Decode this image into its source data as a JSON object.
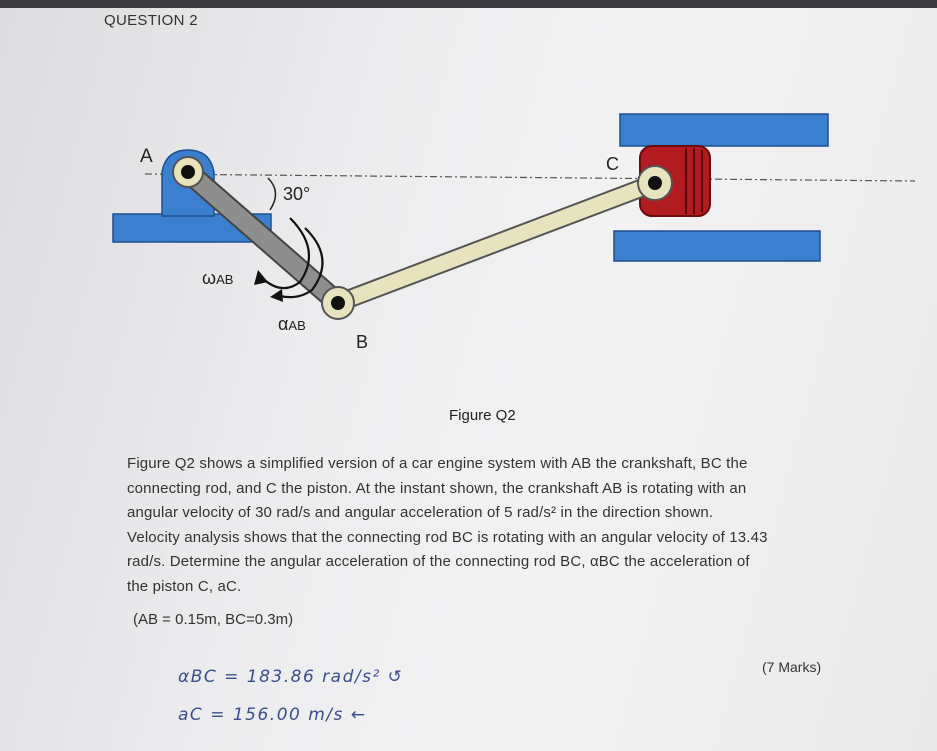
{
  "question": {
    "title": "QUESTION 2"
  },
  "figure": {
    "label_a": "A",
    "label_b": "B",
    "label_c": "C",
    "angle": "30°",
    "omega_symbol": "ω",
    "omega_sub": "AB",
    "alpha_symbol": "α",
    "alpha_sub": "AB",
    "caption": "Figure Q2"
  },
  "paragraph": [
    "Figure Q2 shows a simplified version of a car engine system with AB the crankshaft, BC the",
    "connecting rod, and C the piston. At the instant shown, the crankshaft AB is rotating with an",
    "angular velocity of 30 rad/s and angular acceleration of 5 rad/s² in the direction shown.",
    "Velocity analysis shows that the connecting rod BC is rotating with an angular velocity of 13.43",
    "rad/s. Determine the angular acceleration of the connecting rod BC, αBC the acceleration of",
    "the piston C, aC."
  ],
  "given": "(AB = 0.15m, BC=0.3m)",
  "marks": "(7 Marks)",
  "handwritten": {
    "line1": "αBC = 183.86 rad/s² ↺",
    "line2": "aC = 156.00 m/s ←"
  },
  "colors": {
    "wall_blue": "#3a80cf",
    "piston_red": "#b21c20",
    "rod_cream": "#e7e3bf",
    "crank_grey": "#8e8e8e",
    "handwriting": "#3a4f8a"
  }
}
